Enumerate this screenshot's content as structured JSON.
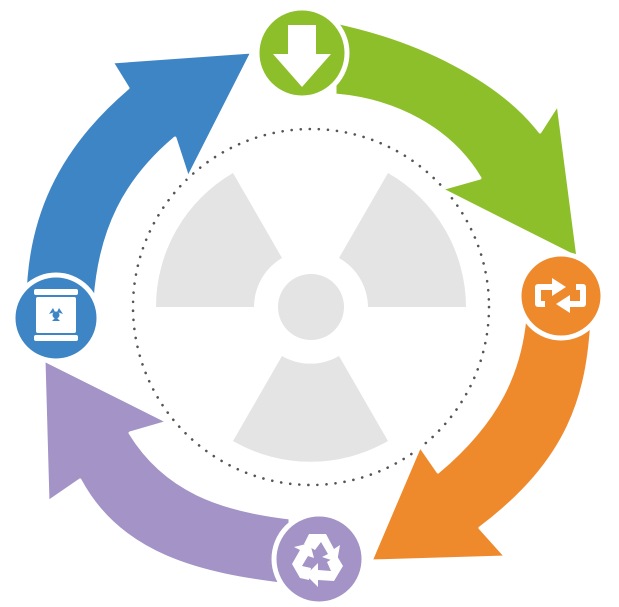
{
  "diagram": {
    "type": "cycle",
    "center_symbol": "radiation-trefoil-icon",
    "steps": [
      {
        "name": "step-download",
        "icon": "download-arrow-icon",
        "color": "#8dbf2a"
      },
      {
        "name": "step-exchange",
        "icon": "exchange-arrows-icon",
        "color": "#ef8a2c"
      },
      {
        "name": "step-recycle",
        "icon": "recycle-icon",
        "color": "#a393c6"
      },
      {
        "name": "step-waste-barrel",
        "icon": "radioactive-barrel-icon",
        "color": "#3e85c6"
      }
    ],
    "colors": {
      "green": "#8dbf2a",
      "orange": "#ef8a2c",
      "purple": "#a393c6",
      "blue": "#3e85c6",
      "trefoil": "#e4e4e4",
      "dotted_ring": "#555555"
    }
  }
}
